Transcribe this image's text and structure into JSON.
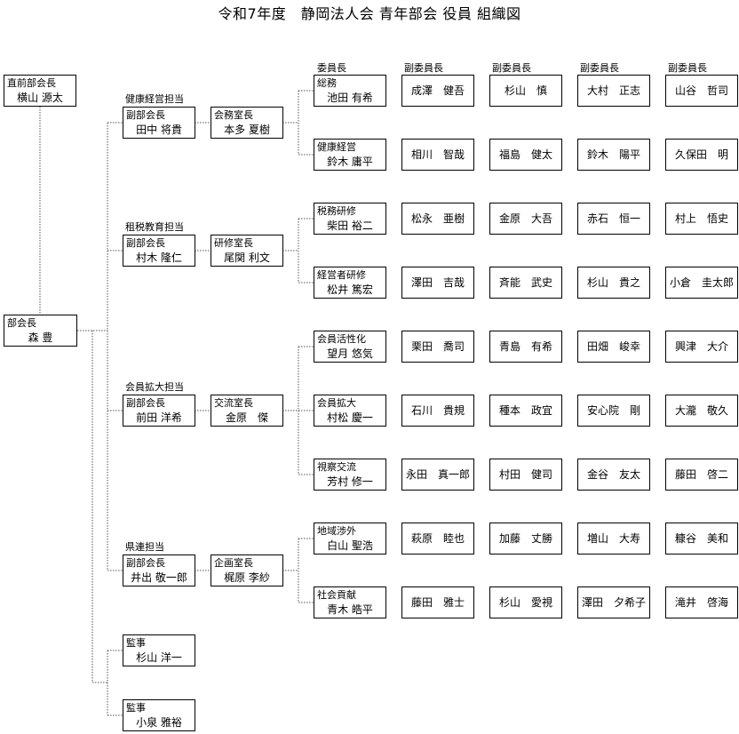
{
  "title": "令和7年度　静岡法人会 青年部会 役員 組織図",
  "column_headers": [
    "委員長",
    "副委員長",
    "副委員長",
    "副委員長",
    "副委員長"
  ],
  "previous_chair": {
    "role": "直前部会長",
    "name": "横山 源太"
  },
  "chair": {
    "role": "部会長",
    "name": "森 豊"
  },
  "sections": [
    {
      "label": "健康経営担当",
      "vice": {
        "role": "副部会長",
        "name": "田中 将貴"
      },
      "office": {
        "role": "会務室長",
        "name": "本多 夏樹"
      },
      "committees": [
        {
          "role": "総務",
          "name": "池田 有希",
          "members": [
            "成澤　健吾",
            "杉山　慎",
            "大村　正志",
            "山谷　哲司"
          ]
        },
        {
          "role": "健康経営",
          "name": "鈴木 庸平",
          "members": [
            "相川　智哉",
            "福島　健太",
            "鈴木　陽平",
            "久保田　明"
          ]
        }
      ]
    },
    {
      "label": "租税教育担当",
      "vice": {
        "role": "副部会長",
        "name": "村木 隆仁"
      },
      "office": {
        "role": "研修室長",
        "name": "尾関 利文"
      },
      "committees": [
        {
          "role": "税務研修",
          "name": "柴田 裕二",
          "members": [
            "松永　亜樹",
            "金原　大吾",
            "赤石　恒一",
            "村上　悟史"
          ]
        },
        {
          "role": "経営者研修",
          "name": "松井 篤宏",
          "members": [
            "澤田　吉哉",
            "斉能　武史",
            "杉山　貴之",
            "小倉　圭太郎"
          ]
        }
      ]
    },
    {
      "label": "会員拡大担当",
      "vice": {
        "role": "副部会長",
        "name": "前田 洋希"
      },
      "office": {
        "role": "交流室長",
        "name": "金原　傑"
      },
      "committees": [
        {
          "role": "会員活性化",
          "name": "望月 悠気",
          "members": [
            "栗田　喬司",
            "青島　有希",
            "田畑　峻幸",
            "興津　大介"
          ]
        },
        {
          "role": "会員拡大",
          "name": "村松 慶一",
          "members": [
            "石川　貴規",
            "種本　政宜",
            "安心院　剛",
            "大瀧　敬久"
          ]
        },
        {
          "role": "視察交流",
          "name": "芳村 修一",
          "members": [
            "永田　真一郎",
            "村田　健司",
            "金谷　友太",
            "藤田　啓二"
          ]
        }
      ]
    },
    {
      "label": "県連担当",
      "vice": {
        "role": "副部会長",
        "name": "井出 敬一郎"
      },
      "office": {
        "role": "企画室長",
        "name": "梶原 李紗"
      },
      "committees": [
        {
          "role": "地域渉外",
          "name": "白山 聖浩",
          "members": [
            "萩原　睦也",
            "加藤　丈勝",
            "増山　大寿",
            "糠谷　美和"
          ]
        },
        {
          "role": "社会貢献",
          "name": "青木 皓平",
          "members": [
            "藤田　雅士",
            "杉山　愛視",
            "澤田　夕希子",
            "滝井　啓海"
          ]
        }
      ]
    }
  ],
  "auditors": [
    {
      "role": "監事",
      "name": "杉山 洋一"
    },
    {
      "role": "監事",
      "name": "小泉 雅裕"
    }
  ]
}
